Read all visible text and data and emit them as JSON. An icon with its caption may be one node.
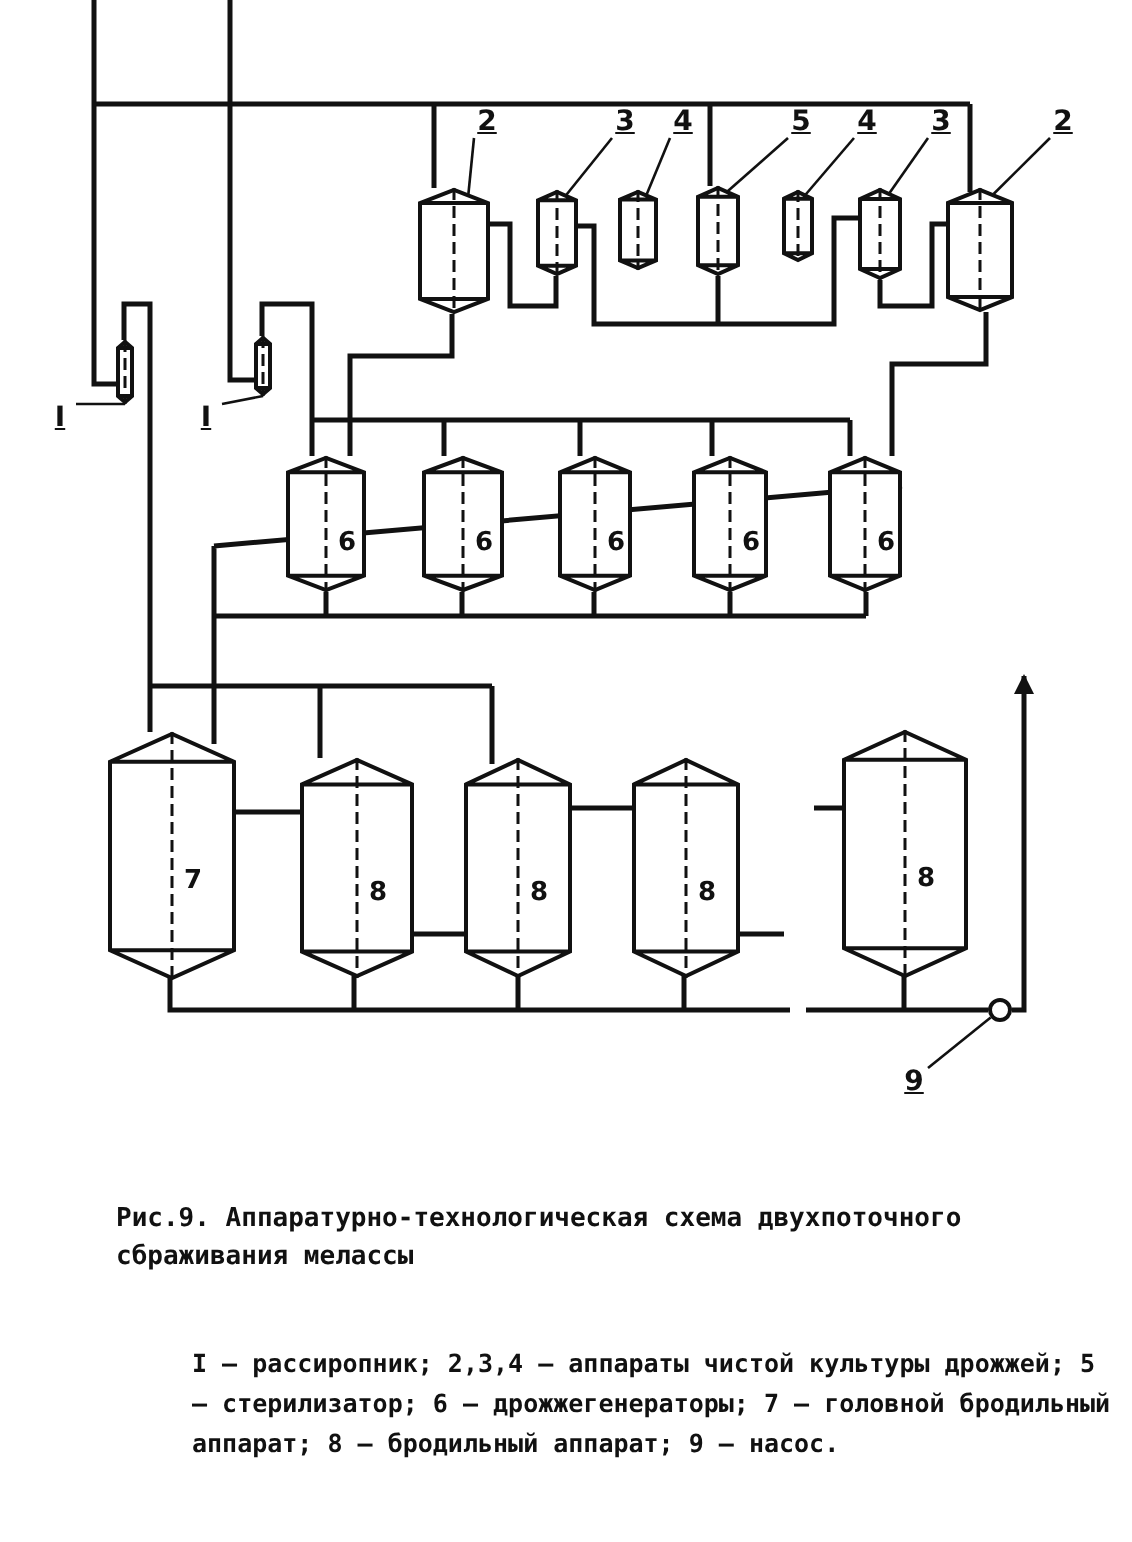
{
  "diagram": {
    "caption": "Рис.9. Аппаратурно-технологическая схема двухпоточного сбраживания мелассы",
    "nodes": [
      {
        "text": [
          "I"
        ]
      },
      {
        "text": [],
        "shape": "cylinder"
      },
      {
        "text": [
          "I"
        ]
      },
      {
        "text": [],
        "shape": "cylinder"
      },
      {
        "text": [
          "2"
        ]
      },
      {
        "text": [
          "3"
        ]
      },
      {
        "text": [
          "4"
        ]
      },
      {
        "text": [
          "5"
        ]
      },
      {
        "text": [
          "4"
        ]
      },
      {
        "text": [
          "3"
        ]
      },
      {
        "text": [
          "2"
        ]
      },
      {
        "text": [],
        "shape": "cylinder"
      },
      {
        "text": [],
        "shape": "cylinder"
      },
      {
        "text": [],
        "shape": "cylinder"
      },
      {
        "text": [],
        "shape": "cylinder"
      },
      {
        "text": [],
        "shape": "cylinder"
      },
      {
        "text": [],
        "shape": "cylinder"
      },
      {
        "text": [],
        "shape": "cylinder"
      },
      {
        "text": [
          "6"
        ]
      },
      {
        "text": [
          "6"
        ]
      },
      {
        "text": [
          "6"
        ]
      },
      {
        "text": [
          "6"
        ]
      },
      {
        "text": [
          "6"
        ]
      },
      {
        "text": [
          "7"
        ]
      },
      {
        "text": [
          "8"
        ]
      },
      {
        "text": [
          "8"
        ]
      },
      {
        "text": [
          "8"
        ]
      },
      {
        "text": [
          "8"
        ]
      },
      {
        "text": [
          "9"
        ]
      },
      {
        "text": [],
        "shape": "circle"
      }
    ],
    "edges": [
      {
        "from": 0,
        "to": 1,
        "arrow": "none"
      },
      {
        "from": 2,
        "to": 3,
        "arrow": "none"
      },
      {
        "from": 4,
        "to": 11,
        "arrow": "none"
      },
      {
        "from": 5,
        "to": 12,
        "arrow": "none"
      },
      {
        "from": 6,
        "to": 13,
        "arrow": "none"
      },
      {
        "from": 7,
        "to": 14,
        "arrow": "none"
      },
      {
        "from": 8,
        "to": 15,
        "arrow": "none"
      },
      {
        "from": 9,
        "to": 16,
        "arrow": "none"
      },
      {
        "from": 10,
        "to": 17,
        "arrow": "none"
      },
      {
        "from": 28,
        "to": 29,
        "arrow": "none"
      },
      {
        "from": 29,
        "to": null,
        "arrow": "to"
      }
    ],
    "labels": [
      "I – рассиропник; 2,3,4 – аппараты чистой культуры дрожжей; 5 – стерилизатор; 6 – дрожжегенераторы; 7 – головной бродильный аппарат; 8 – бродильный аппарат; 9 – насос."
    ]
  }
}
